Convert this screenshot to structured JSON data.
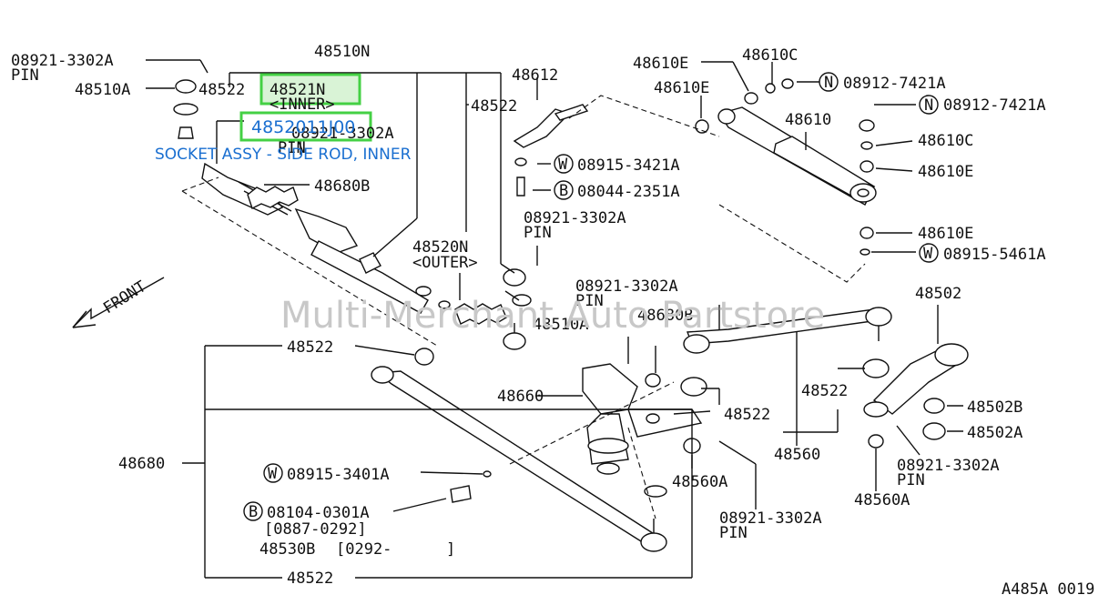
{
  "watermark": "Multi-Merchant Auto Partstore",
  "diagram_code": "A485A 0019",
  "front": "FRONT",
  "highlight": {
    "part_number": "4852011J00",
    "description": "SOCKET ASSY - SIDE ROD, INNER"
  },
  "callouts": {
    "c08921_tl": "08921-3302A",
    "pin_tl": "PIN",
    "c48510A_l": "48510A",
    "c48522_tl": "48522",
    "c48521N": "48521N",
    "inner": "<INNER>",
    "c08921_2": "08921-3302A",
    "pin_2": "PIN",
    "c48680B_l": "48680B",
    "c48510N": "48510N",
    "c48612": "48612",
    "c48522_tm": "48522",
    "c08915_3421": "08915-3421A",
    "c08044": "08044-2351A",
    "c08921_3": "08921-3302A",
    "pin_3": "PIN",
    "c48520N": "48520N",
    "outer": "<OUTER>",
    "c48510A_m": "48510A",
    "c48610E_1": "48610E",
    "c48610C_1": "48610C",
    "c08912_1": "08912-7421A",
    "c48610E_2": "48610E",
    "c48610": "48610",
    "c08912_2": "08912-7421A",
    "c48610C_2": "48610C",
    "c48610E_3": "48610E",
    "c48610E_4": "48610E",
    "c08915_5461": "08915-5461A",
    "c08921_4": "08921-3302A",
    "pin_4": "PIN",
    "c48680B_m": "48680B",
    "c48502": "48502",
    "c48522_lm": "48522",
    "c48660": "48660",
    "c48522_m": "48522",
    "c48522_r": "48522",
    "c48502B": "48502B",
    "c48502A": "48502A",
    "c48680": "48680",
    "c08915_3401": "08915-3401A",
    "c48560": "48560",
    "c48560A_m": "48560A",
    "c08921_5": "08921-3302A",
    "pin_5": "PIN",
    "c48560A_r": "48560A",
    "c08104": "08104-0301A",
    "range1": "[0887-0292]",
    "c48530B": "48530B",
    "range2": "[0292-",
    "range2_end": "]",
    "c48522_bot": "48522",
    "c08921_6": "08921-3302A",
    "pin_6": "PIN"
  },
  "markers": {
    "N": "N",
    "W": "W",
    "B": "B"
  }
}
